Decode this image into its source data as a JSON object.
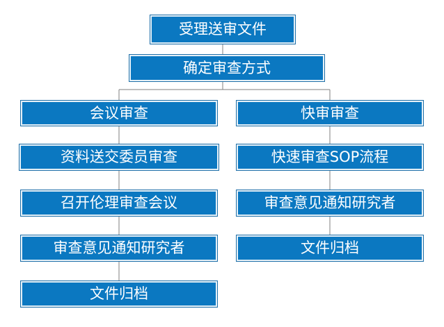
{
  "colors": {
    "box_fill": "#0b78c1",
    "connector": "#7f7f7f",
    "text": "#ffffff"
  },
  "top": {
    "step1": "受理送审文件",
    "step2": "确定审查方式"
  },
  "left_branch": {
    "header": "会议审查",
    "steps": [
      "资料送交委员审查",
      "召开伦理审查会议",
      "审查意见通知研究者",
      "文件归档"
    ]
  },
  "right_branch": {
    "header": "快审审查",
    "steps": [
      "快速审查SOP流程",
      "审查意见通知研究者",
      "文件归档"
    ]
  }
}
